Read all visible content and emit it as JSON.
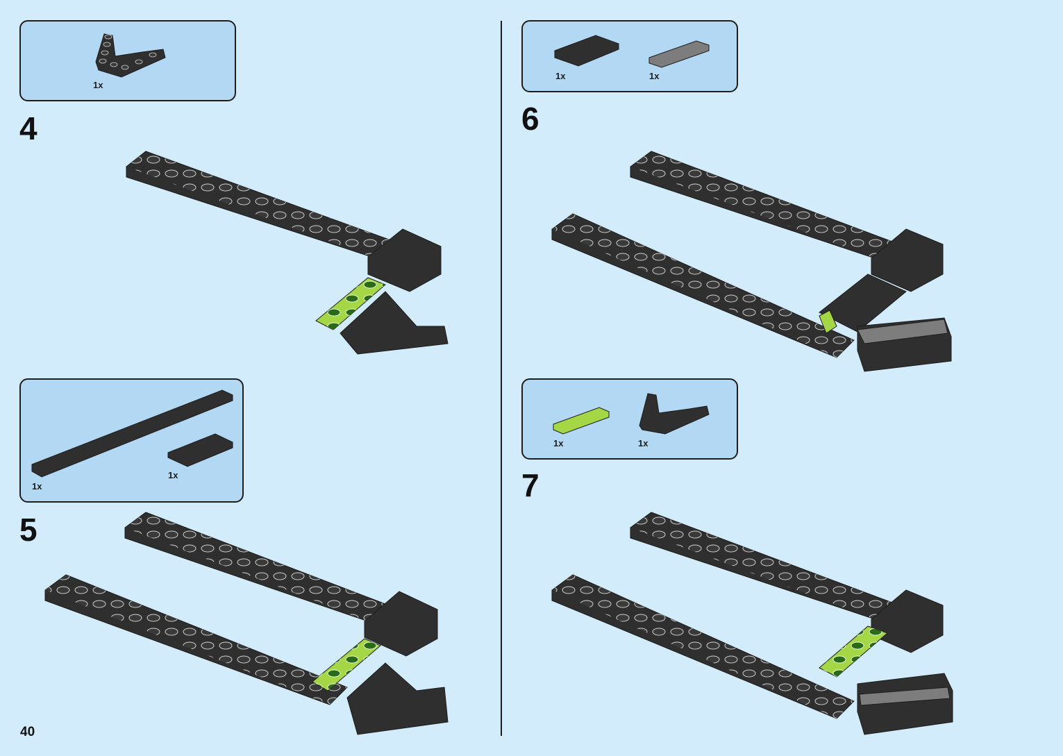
{
  "page": {
    "number": "40"
  },
  "colors": {
    "background": "#d3ecfb",
    "callout": "#b3d8f4",
    "black_brick": "#2f2f2f",
    "lime_brick": "#a5d646",
    "grey_brick": "#7d7d7d",
    "outline": "#1d1d1b"
  },
  "steps": [
    {
      "number": "4",
      "parts": [
        {
          "qty": "1x",
          "part": "black wedge plate"
        }
      ]
    },
    {
      "number": "5",
      "parts": [
        {
          "qty": "1x",
          "part": "black long plate"
        },
        {
          "qty": "1x",
          "part": "black plate"
        }
      ]
    },
    {
      "number": "6",
      "parts": [
        {
          "qty": "1x",
          "part": "black plate"
        },
        {
          "qty": "1x",
          "part": "grey brick"
        }
      ]
    },
    {
      "number": "7",
      "parts": [
        {
          "qty": "1x",
          "part": "lime plate"
        },
        {
          "qty": "1x",
          "part": "black wedge plate"
        }
      ]
    }
  ]
}
